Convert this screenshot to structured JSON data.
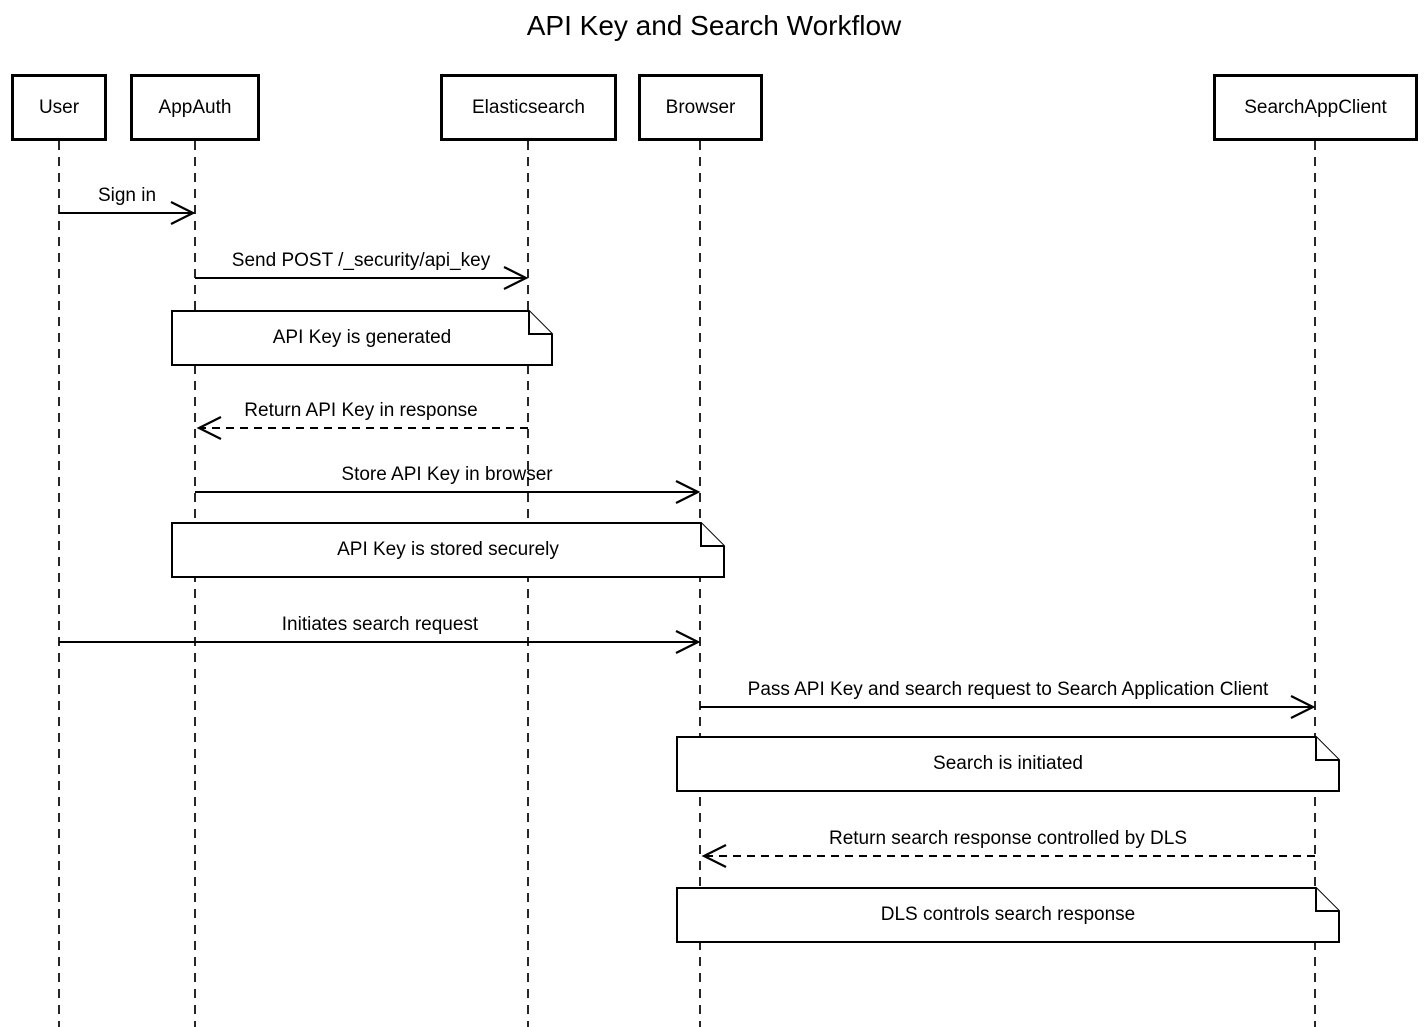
{
  "title": "API Key and Search Workflow",
  "diagram": {
    "type": "sequence",
    "colors": {
      "stroke": "#000000",
      "fill": "#ffffff"
    },
    "participants": [
      {
        "id": "user",
        "label": "User"
      },
      {
        "id": "appauth",
        "label": "AppAuth"
      },
      {
        "id": "elasticsearch",
        "label": "Elasticsearch"
      },
      {
        "id": "browser",
        "label": "Browser"
      },
      {
        "id": "searchappclient",
        "label": "SearchAppClient"
      }
    ],
    "messages": [
      {
        "from": "user",
        "to": "appauth",
        "line": "solid",
        "label": "Sign in"
      },
      {
        "from": "appauth",
        "to": "elasticsearch",
        "line": "solid",
        "label": "Send POST /_security/api_key"
      },
      {
        "from": "elasticsearch",
        "to": "appauth",
        "line": "dashed",
        "label": "Return API Key in response"
      },
      {
        "from": "appauth",
        "to": "browser",
        "line": "solid",
        "label": "Store API Key in browser"
      },
      {
        "from": "user",
        "to": "browser",
        "line": "solid",
        "label": "Initiates search request"
      },
      {
        "from": "browser",
        "to": "searchappclient",
        "line": "solid",
        "label": "Pass API Key and search request to Search Application Client"
      },
      {
        "from": "searchappclient",
        "to": "browser",
        "line": "dashed",
        "label": "Return search response controlled by DLS"
      }
    ],
    "notes": [
      {
        "over": [
          "appauth",
          "elasticsearch"
        ],
        "label": "API Key is generated"
      },
      {
        "over": [
          "appauth",
          "browser"
        ],
        "label": "API Key is stored securely"
      },
      {
        "over": [
          "browser",
          "searchappclient"
        ],
        "label": "Search is initiated"
      },
      {
        "over": [
          "browser",
          "searchappclient"
        ],
        "label": "DLS controls search response"
      }
    ]
  }
}
